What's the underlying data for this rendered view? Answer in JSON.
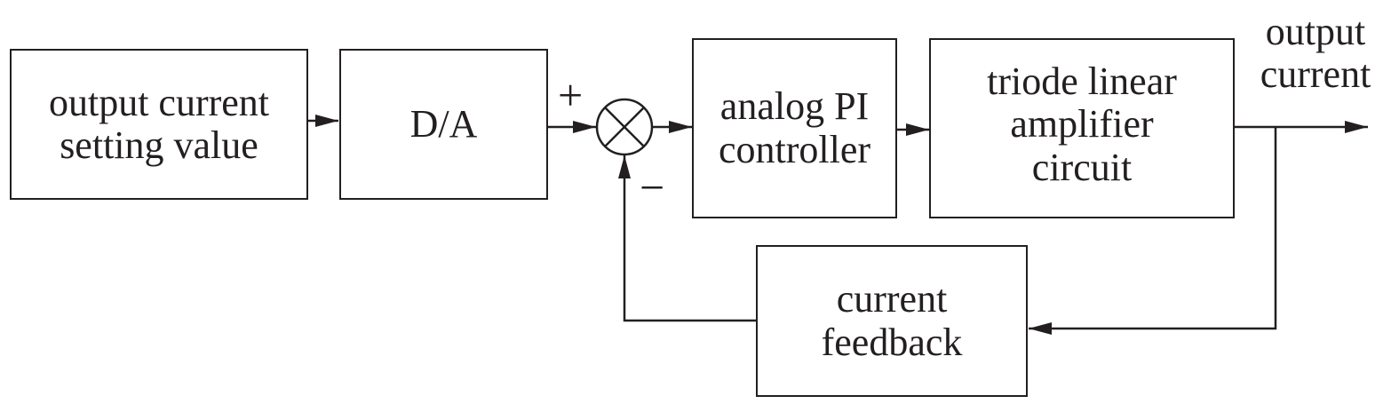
{
  "blocks": {
    "setpoint": {
      "line1": "output current",
      "line2": "setting value"
    },
    "dac": {
      "label": "D/A"
    },
    "pi": {
      "line1": "analog PI",
      "line2": "controller"
    },
    "amp": {
      "line1": "triode linear",
      "line2": "amplifier",
      "line3": "circuit"
    },
    "feedback": {
      "line1": "current",
      "line2": "feedback"
    }
  },
  "signs": {
    "plus": "+",
    "minus": "−"
  },
  "output": {
    "line1": "output",
    "line2": "current"
  },
  "colors": {
    "stroke": "#231f20",
    "background": "#ffffff"
  }
}
